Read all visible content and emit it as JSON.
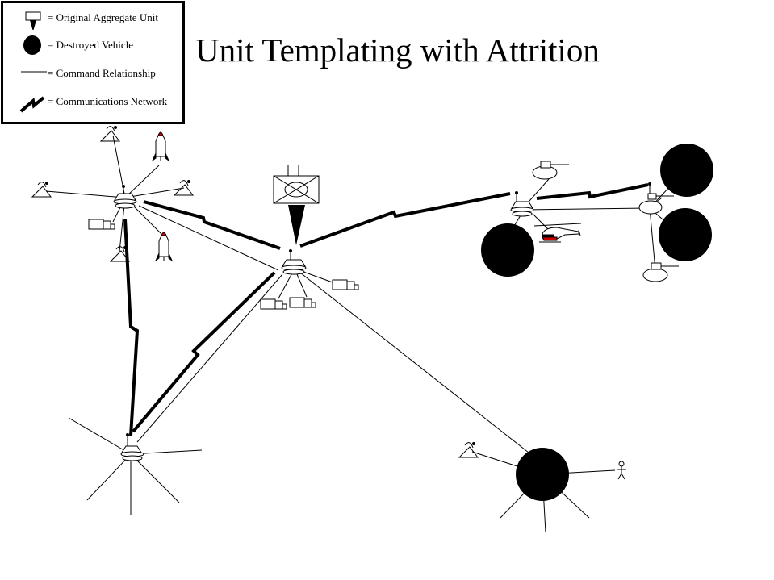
{
  "title": "Unit Templating with Attrition",
  "legend": {
    "items": [
      {
        "icon": "aggregate-unit-icon",
        "label": "= Original Aggregate Unit"
      },
      {
        "icon": "destroyed-vehicle-icon",
        "label": "= Destroyed Vehicle"
      },
      {
        "icon": "command-line-icon",
        "label": "= Command Relationship"
      },
      {
        "icon": "comms-zigzag-icon",
        "label": "= Communications Network"
      }
    ]
  },
  "colors": {
    "ink": "#000000",
    "background": "#ffffff",
    "missile_tip": "#cc0000",
    "helicopter_accent": "#cc0000"
  }
}
